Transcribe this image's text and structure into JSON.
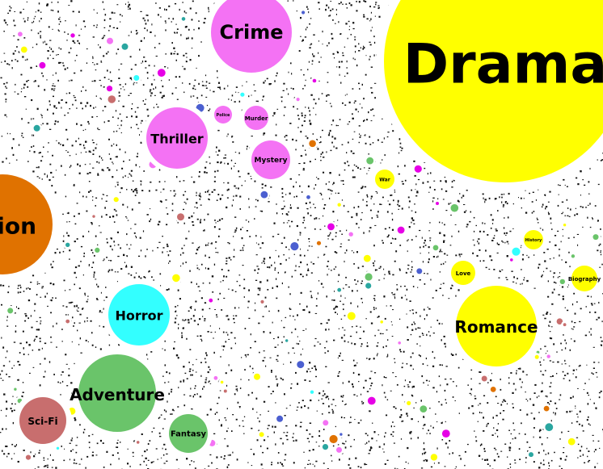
{
  "colors": {
    "drama": "#ffff00",
    "crime": "#f472f4",
    "action": "#e07200",
    "horror": "#33ffff",
    "adventure": "#6ac46a",
    "scifi": "#c86e6e",
    "blue": "#4b5fd0",
    "teal": "#2aa6a0",
    "magenta": "#e600e6",
    "halo": "#ffffff",
    "dots": "#111111"
  },
  "genres": [
    {
      "label": "Drama",
      "group": "drama"
    },
    {
      "label": "Crime",
      "group": "crime"
    },
    {
      "label": "Thriller",
      "group": "crime"
    },
    {
      "label": "Mystery",
      "group": "crime"
    },
    {
      "label": "Murder",
      "group": "crime"
    },
    {
      "label": "Police",
      "group": "crime"
    },
    {
      "label": "tion",
      "group": "action"
    },
    {
      "label": "Horror",
      "group": "horror"
    },
    {
      "label": "Adventure",
      "group": "adventure"
    },
    {
      "label": "Fantasy",
      "group": "adventure"
    },
    {
      "label": "Sci-Fi",
      "group": "scifi"
    },
    {
      "label": "Romance",
      "group": "drama"
    },
    {
      "label": "Love",
      "group": "drama"
    },
    {
      "label": "History",
      "group": "drama"
    },
    {
      "label": "Biography",
      "group": "drama"
    },
    {
      "label": "War",
      "group": "drama"
    }
  ]
}
